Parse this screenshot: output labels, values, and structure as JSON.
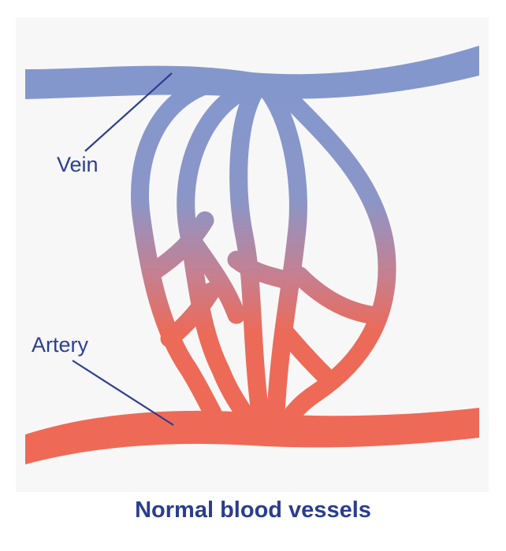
{
  "labels": {
    "vein": "Vein",
    "artery": "Artery"
  },
  "caption": "Normal blood vessels",
  "colors": {
    "vein": "#8497cc",
    "artery": "#ee6a56",
    "label_text": "#2d3f8f",
    "background": "#f7f7f8"
  }
}
